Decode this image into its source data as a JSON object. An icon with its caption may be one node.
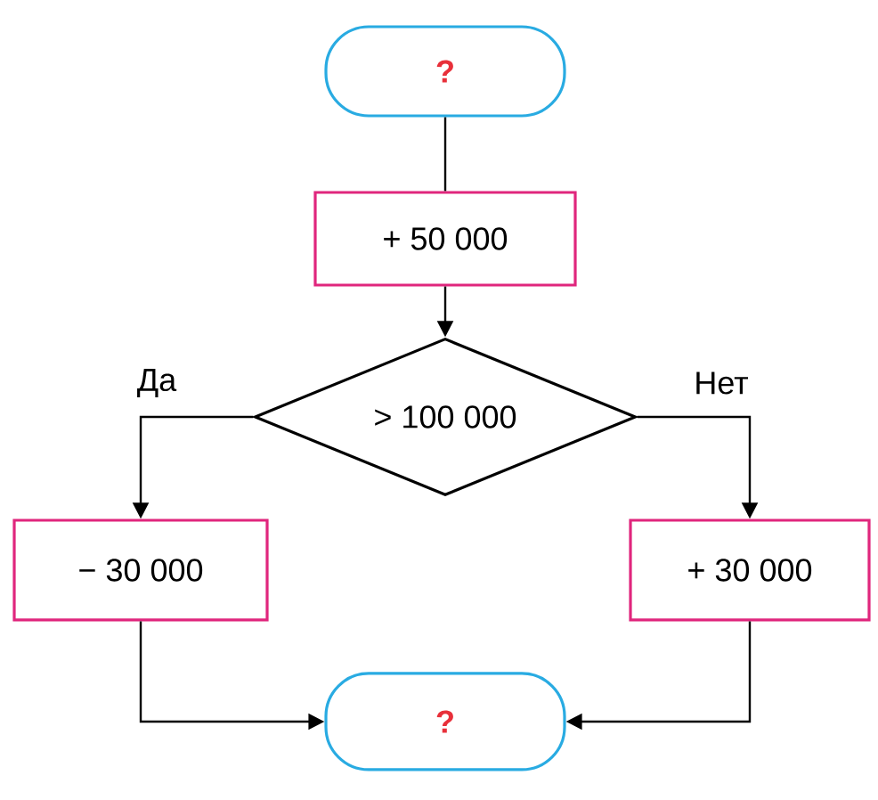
{
  "diagram": {
    "nodes": [
      {
        "text": [
          "?"
        ]
      },
      {
        "text": [
          "+ 50 000"
        ]
      },
      {
        "text": [
          "> 100 000"
        ]
      },
      {
        "text": [
          "− 30 000"
        ]
      },
      {
        "text": [
          "+ 30 000"
        ]
      },
      {
        "text": [
          "?"
        ]
      }
    ],
    "edges": [
      {
        "from": 0,
        "to": 1,
        "arrow": "none"
      },
      {
        "from": 1,
        "to": 2,
        "arrow": "to"
      },
      {
        "from": 2,
        "to": 3,
        "label": "Да",
        "arrow": "to"
      },
      {
        "from": 2,
        "to": 4,
        "label": "Нет",
        "arrow": "to"
      },
      {
        "from": 3,
        "to": 5,
        "arrow": "to"
      },
      {
        "from": 4,
        "to": 5,
        "arrow": "to"
      }
    ]
  }
}
